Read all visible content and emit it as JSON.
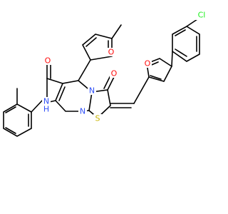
{
  "atoms": {
    "chlorine": "Cl",
    "oxygen_furan_aryl": "O",
    "oxygen_furan_methyl": "O",
    "oxygen_carbonyl_ring": "O",
    "oxygen_amide": "O",
    "nitrogen_amide": "N",
    "hydrogen_amide": "H",
    "nitrogen_ring": "N",
    "nitrogen_imine": "N",
    "sulfur": "S"
  },
  "colors": {
    "bond": "#000000",
    "oxygen": "#ff0d0d",
    "nitrogen": "#3050f8",
    "sulfur": "#c8b400",
    "chlorine": "#1ff01f"
  }
}
